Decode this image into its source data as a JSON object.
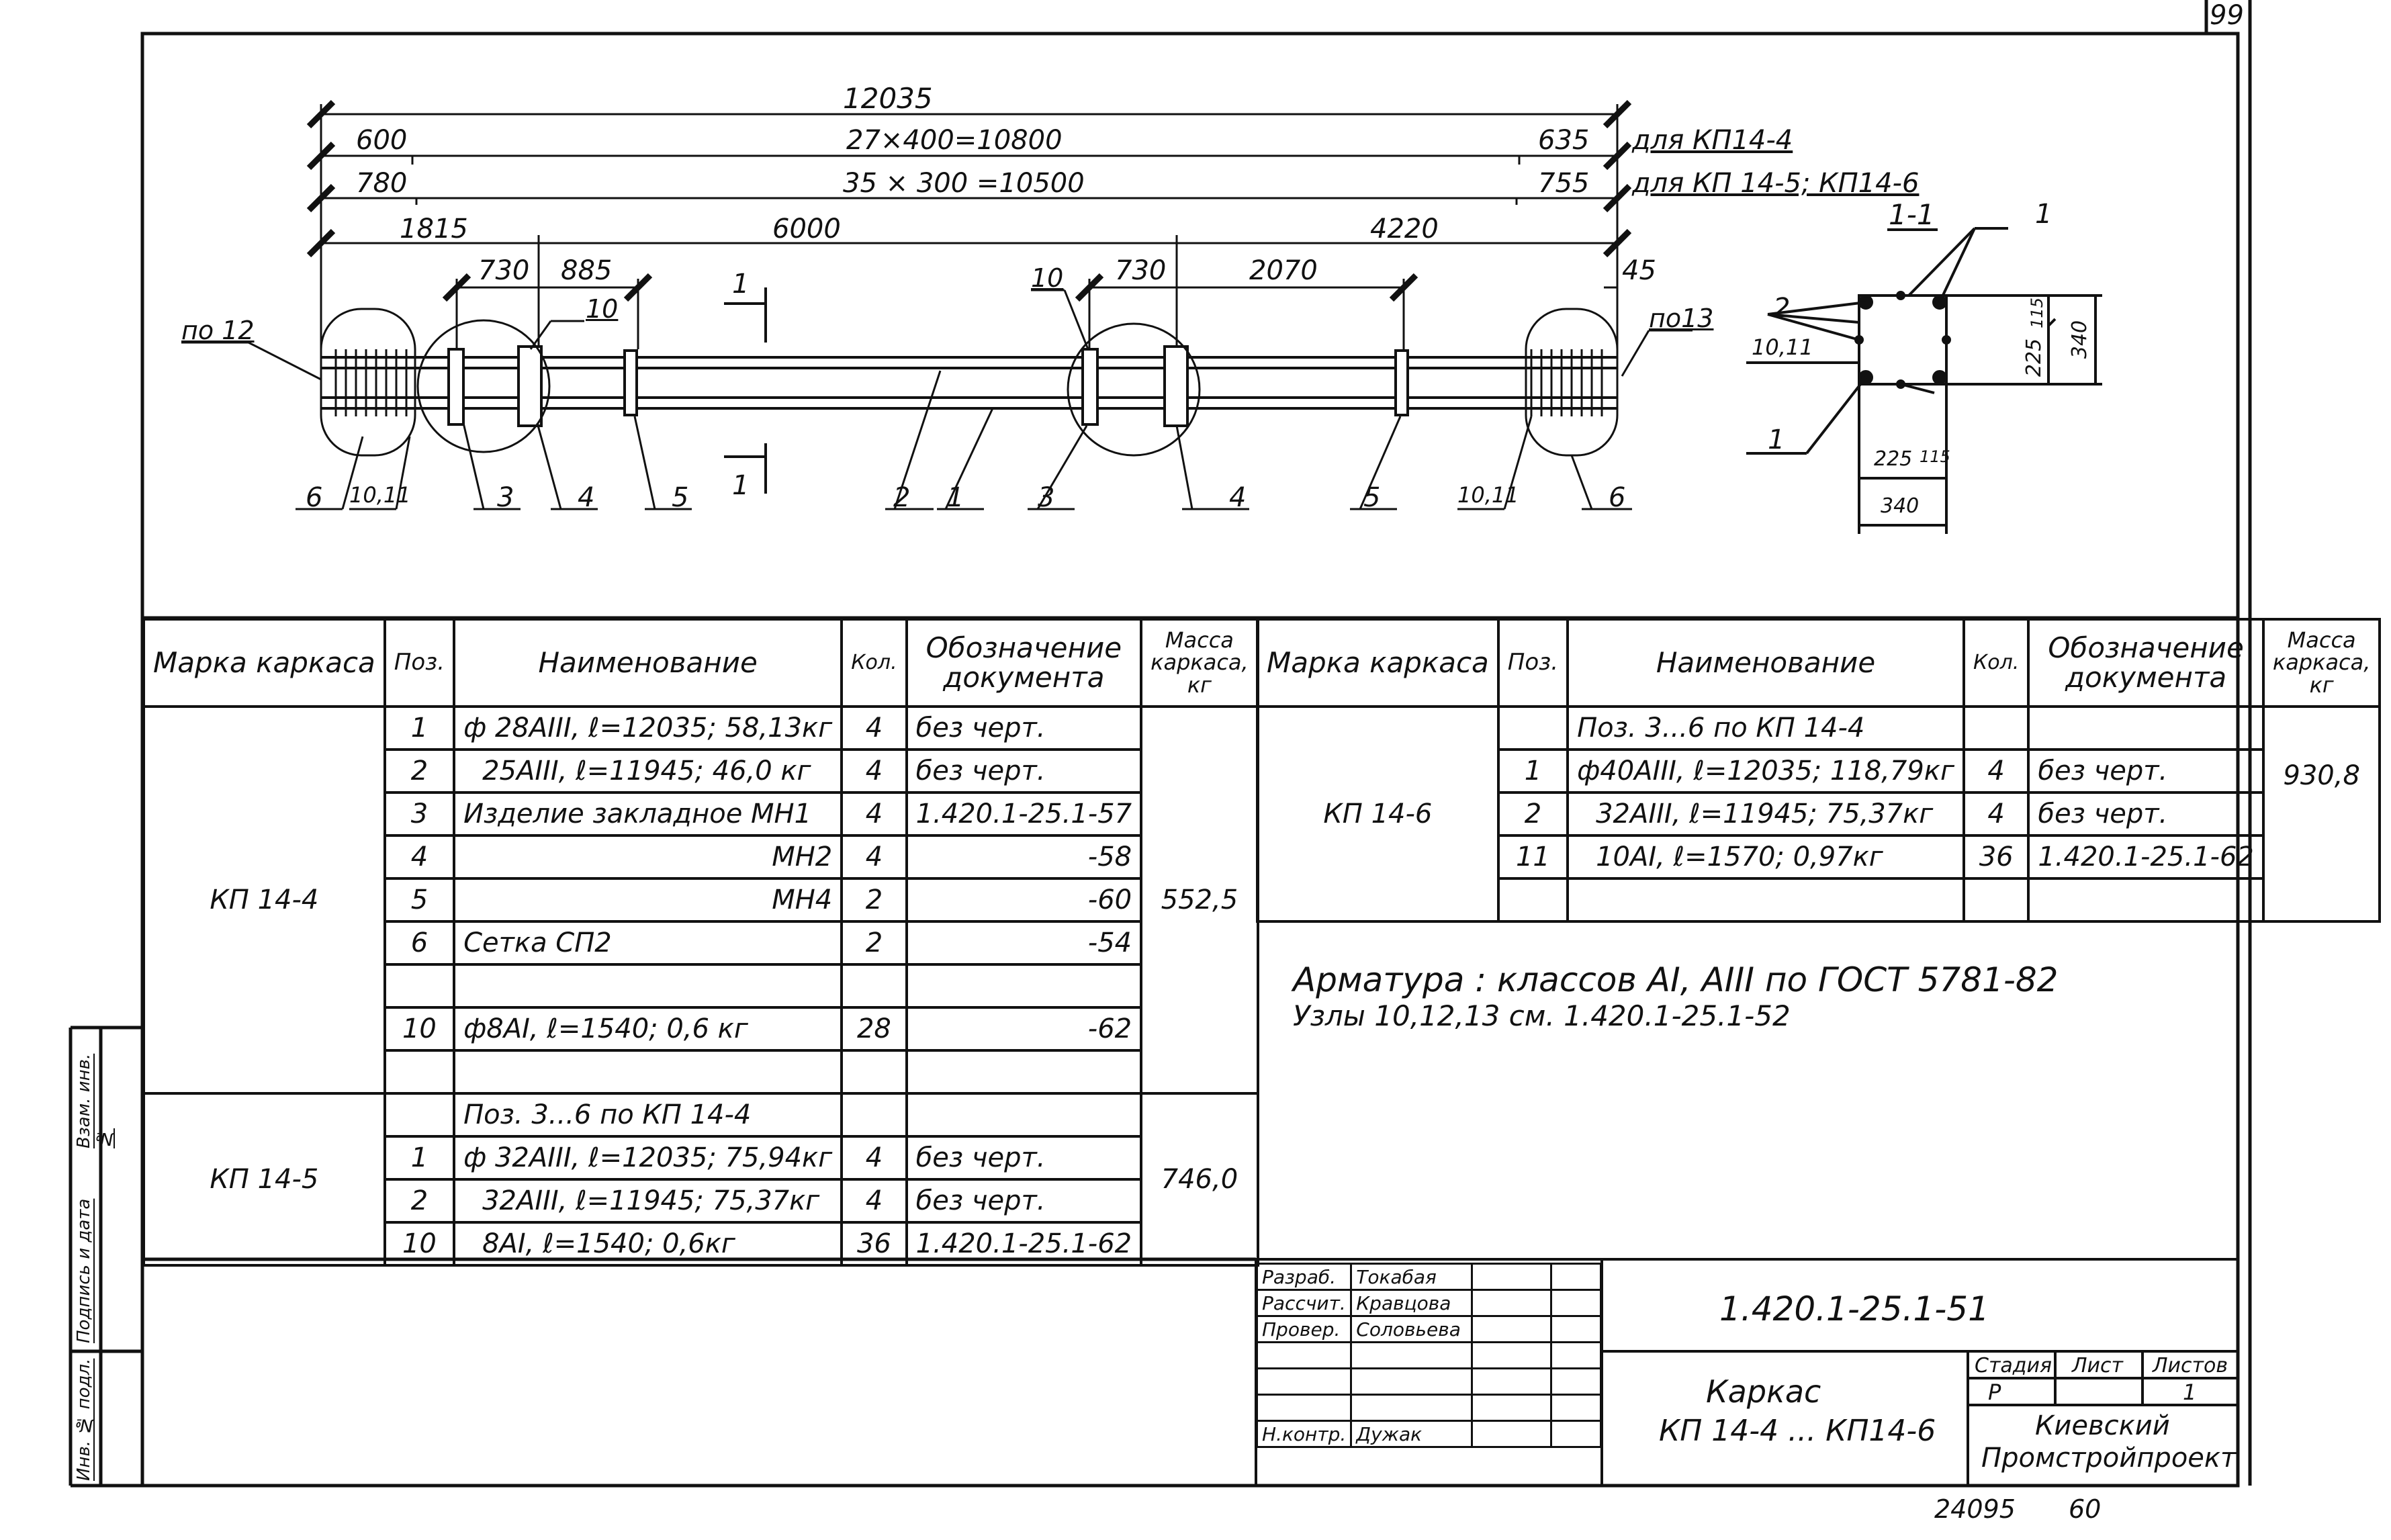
{
  "page_number": "99",
  "dimensions": {
    "overall": "12035",
    "row_kp144": {
      "left": "600",
      "middle": "27×400=10800",
      "right": "635",
      "note": "для КП14-4"
    },
    "row_kp145": {
      "left": "780",
      "middle": "35 × 300 =10500",
      "right": "755",
      "note": "для КП 14-5; КП14-6"
    },
    "row_main": {
      "a": "1815",
      "b": "6000",
      "c": "4220"
    },
    "row_detail": {
      "a": "730",
      "b": "885",
      "c": "730",
      "d": "2070",
      "e": "45"
    }
  },
  "callouts": {
    "node12": "по 12",
    "node13": "по13",
    "pos10": "10",
    "pos10b": "10",
    "section_mark": "1",
    "labels_bottom": [
      "6",
      "10,11",
      "3",
      "4",
      "5",
      "2",
      "1",
      "3",
      "4",
      "5",
      "10,11",
      "6"
    ]
  },
  "section": {
    "title": "1-1",
    "label_1_top": "1",
    "label_2": "2",
    "label_1011": "10,11",
    "label_1_bottom": "1",
    "dim_v_225": "225",
    "dim_v_115": "115",
    "dim_v_340": "340",
    "dim_h_225": "225",
    "dim_h_115": "115",
    "dim_h_340": "340"
  },
  "table_headers": {
    "mark": "Марка каркаса",
    "pos": "Поз.",
    "name": "Наименование",
    "qty": "Кол.",
    "doc": "Обозначение документа",
    "mass": "Масса каркаса, кг"
  },
  "table_left": {
    "groups": [
      {
        "mark": "КП 14-4",
        "mass": "552,5",
        "rows": [
          {
            "pos": "1",
            "name": "ф 28АIII, ℓ=12035; 58,13кг",
            "qty": "4",
            "doc": "без черт."
          },
          {
            "pos": "2",
            "name": "25АIII, ℓ=11945; 46,0 кг",
            "qty": "4",
            "doc": "без черт."
          },
          {
            "pos": "3",
            "name": "Изделие закладное МН1",
            "qty": "4",
            "doc": "1.420.1-25.1-57"
          },
          {
            "pos": "4",
            "name": "МН2",
            "qty": "4",
            "doc": "-58"
          },
          {
            "pos": "5",
            "name": "МН4",
            "qty": "2",
            "doc": "-60"
          },
          {
            "pos": "6",
            "name": "Сетка СП2",
            "qty": "2",
            "doc": "-54"
          },
          {
            "pos": "",
            "name": "",
            "qty": "",
            "doc": ""
          },
          {
            "pos": "10",
            "name": "ф8АI, ℓ=1540; 0,6 кг",
            "qty": "28",
            "doc": "-62"
          },
          {
            "pos": "",
            "name": "",
            "qty": "",
            "doc": ""
          }
        ]
      },
      {
        "mark": "КП 14-5",
        "mass": "746,0",
        "rows": [
          {
            "pos": "",
            "name": "Поз. 3...6 по КП 14-4",
            "qty": "",
            "doc": ""
          },
          {
            "pos": "1",
            "name": "ф 32АIII, ℓ=12035; 75,94кг",
            "qty": "4",
            "doc": "без черт."
          },
          {
            "pos": "2",
            "name": "32АIII, ℓ=11945; 75,37кг",
            "qty": "4",
            "doc": "без черт."
          },
          {
            "pos": "10",
            "name": "8АI, ℓ=1540; 0,6кг",
            "qty": "36",
            "doc": "1.420.1-25.1-62"
          }
        ]
      }
    ]
  },
  "table_right": {
    "groups": [
      {
        "mark": "КП 14-6",
        "mass": "930,8",
        "rows": [
          {
            "pos": "",
            "name": "Поз. 3...6 по КП 14-4",
            "qty": "",
            "doc": ""
          },
          {
            "pos": "1",
            "name": "ф40АIII, ℓ=12035; 118,79кг",
            "qty": "4",
            "doc": "без черт."
          },
          {
            "pos": "2",
            "name": "32АIII, ℓ=11945; 75,37кг",
            "qty": "4",
            "doc": "без черт."
          },
          {
            "pos": "11",
            "name": "10АI, ℓ=1570; 0,97кг",
            "qty": "36",
            "doc": "1.420.1-25.1-62"
          },
          {
            "pos": "",
            "name": "",
            "qty": "",
            "doc": ""
          }
        ]
      }
    ]
  },
  "notes": {
    "line1": "Арматура : классов АI, АIII по ГОСТ 5781-82",
    "line2": "Узлы 10,12,13 см. 1.420.1-25.1-52"
  },
  "stamp": {
    "roles": [
      "Разраб.",
      "Рассчит.",
      "Провер.",
      "",
      "",
      "",
      "Н.контр."
    ],
    "names": [
      "Токабая",
      "Кравцова",
      "Соловьева",
      "",
      "",
      "",
      "Дужак"
    ],
    "code": "1.420.1-25.1-51",
    "title_line1": "Каркас",
    "title_line2": "КП 14-4 ... КП14-6",
    "stage_label": "Стадия",
    "sheet_label": "Лист",
    "sheets_label": "Листов",
    "stage": "Р",
    "sheet": "",
    "sheets": "1",
    "org_line1": "Киевский",
    "org_line2": "Промстройпроект"
  },
  "footer": {
    "inv": "24095",
    "num": "60"
  },
  "side_labels": {
    "top": "Взам. инв.№",
    "middle": "Подпись и дата",
    "bottom": "Инв. № подл."
  }
}
